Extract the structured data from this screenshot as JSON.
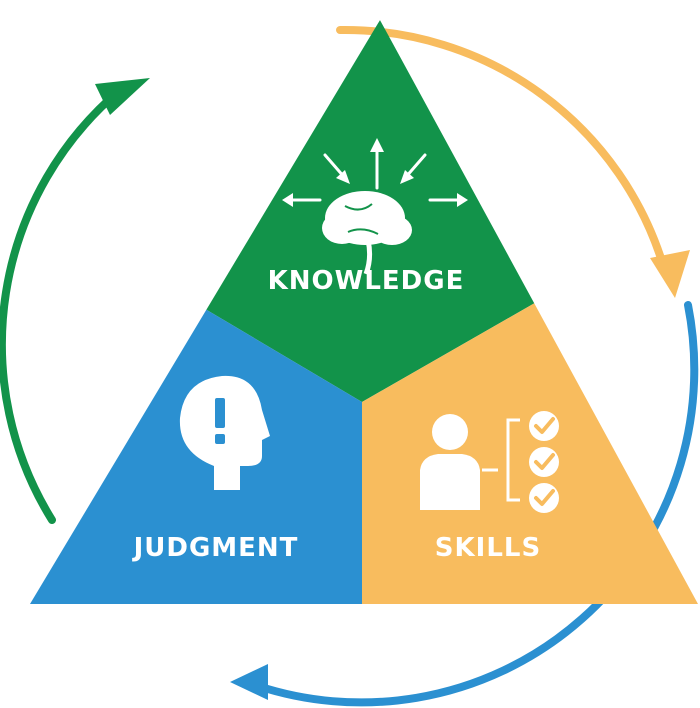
{
  "segments": {
    "knowledge": {
      "label": "KNOWLEDGE",
      "color": "#12934a",
      "icon": "brain-icon"
    },
    "judgment": {
      "label": "JUDGMENT",
      "color": "#2b90d1",
      "icon": "head-alert-icon"
    },
    "skills": {
      "label": "SKILLS",
      "color": "#f8bc5e",
      "icon": "person-checklist-icon"
    }
  },
  "cycle_arrows": [
    {
      "from": "judgment",
      "to": "knowledge",
      "color": "#12934a"
    },
    {
      "from": "knowledge",
      "to": "skills",
      "color": "#f8bc5e"
    },
    {
      "from": "skills",
      "to": "judgment",
      "color": "#2b90d1"
    }
  ]
}
